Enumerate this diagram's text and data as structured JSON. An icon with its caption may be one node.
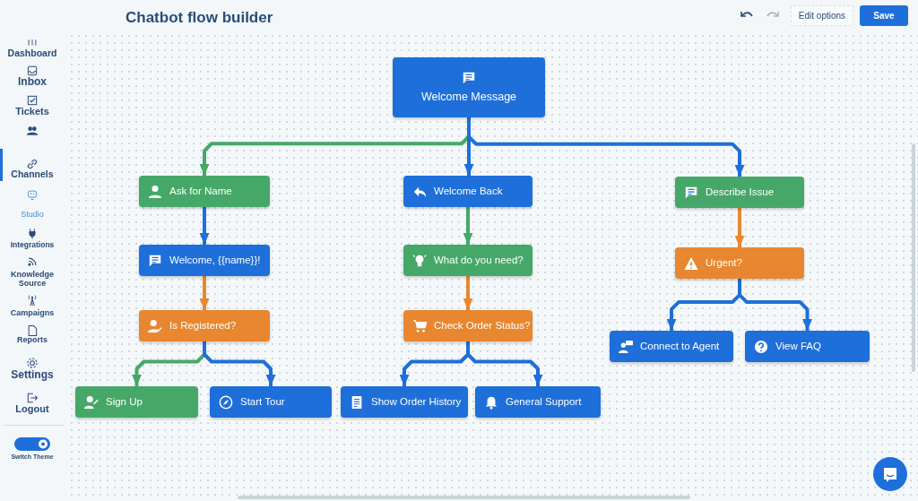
{
  "diagram": {
    "title": "Chatbot flow builder",
    "nodes": [
      {
        "text": [
          "Welcome Message"
        ]
      },
      {
        "text": [
          "Ask for Name"
        ]
      },
      {
        "text": [
          "Welcome Back"
        ]
      },
      {
        "text": [
          "Describe Issue"
        ]
      },
      {
        "text": [
          "Welcome, {{name}}!"
        ]
      },
      {
        "text": [
          "What do you need?"
        ]
      },
      {
        "text": [
          "Urgent?"
        ]
      },
      {
        "text": [
          "Is Registered?"
        ]
      },
      {
        "text": [
          "Check Order Status?"
        ]
      },
      {
        "text": [
          "Connect to Agent"
        ]
      },
      {
        "text": [
          "View FAQ"
        ]
      },
      {
        "text": [
          "Sign Up"
        ]
      },
      {
        "text": [
          "Start Tour"
        ]
      },
      {
        "text": [
          "Show Order History"
        ]
      },
      {
        "text": [
          "General Support"
        ]
      }
    ],
    "edges": [
      {
        "from": 0,
        "to": 1,
        "arrow": "to",
        "color": "#46a868"
      },
      {
        "from": 0,
        "to": 2,
        "arrow": "to"
      },
      {
        "from": 0,
        "to": 3,
        "arrow": "to"
      },
      {
        "from": 1,
        "to": 4,
        "arrow": "to"
      },
      {
        "from": 2,
        "to": 5,
        "arrow": "to",
        "color": "#46a868"
      },
      {
        "from": 3,
        "to": 6,
        "arrow": "to",
        "color": "#e8872f"
      },
      {
        "from": 4,
        "to": 7,
        "arrow": "to",
        "color": "#e8872f"
      },
      {
        "from": 5,
        "to": 8,
        "arrow": "to",
        "color": "#e8872f"
      },
      {
        "from": 6,
        "to": 9,
        "arrow": "to"
      },
      {
        "from": 6,
        "to": 10,
        "arrow": "to"
      },
      {
        "from": 7,
        "to": 11,
        "arrow": "to",
        "color": "#46a868"
      },
      {
        "from": 7,
        "to": 12,
        "arrow": "to"
      },
      {
        "from": 8,
        "to": 13,
        "arrow": "to"
      },
      {
        "from": 8,
        "to": 14,
        "arrow": "to"
      }
    ],
    "labels": [
      "Dashboard",
      "Inbox",
      "Tickets",
      "Channels",
      "Studio",
      "Integrations",
      "Knowledge Source",
      "Campaigns",
      "Reports",
      "Settings",
      "Logout",
      "Switch Theme",
      "Edit options",
      "Save"
    ]
  }
}
